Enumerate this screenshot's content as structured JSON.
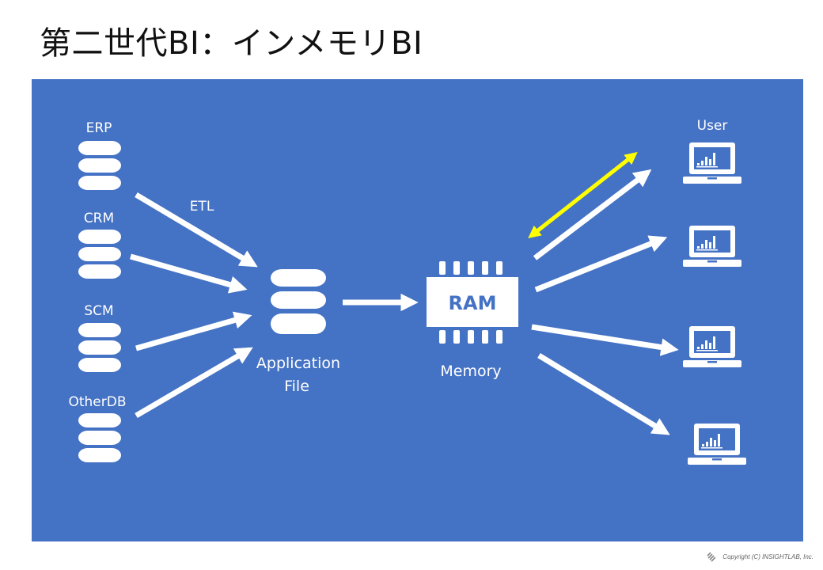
{
  "title": "第二世代BI：インメモリBI",
  "sources": {
    "erp": "ERP",
    "crm": "CRM",
    "scm": "SCM",
    "other": "OtherDB"
  },
  "etl_label": "ETL",
  "app_file": {
    "line1": "Application",
    "line2": "File"
  },
  "ram": {
    "chip_label": "RAM",
    "caption": "Memory"
  },
  "user_label": "User",
  "copyright": "Copyright (C) INSIGHTLAB, Inc.",
  "colors": {
    "panel": "#4472c4",
    "arrow": "#ffffff",
    "highlight_arrow": "#ffff00"
  }
}
